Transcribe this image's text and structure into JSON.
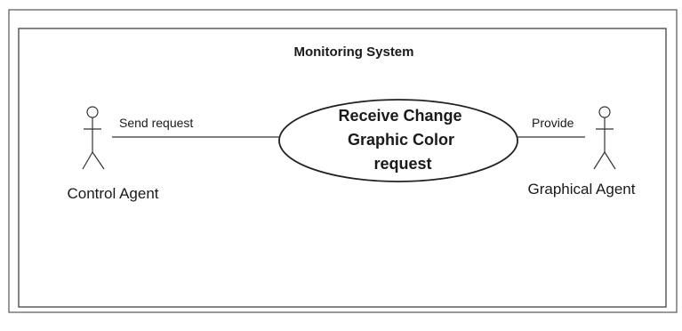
{
  "diagram": {
    "system": {
      "title": "Monitoring System"
    },
    "use_case": {
      "lines": [
        "Receive Change",
        "Graphic Color",
        "request"
      ]
    },
    "actors": {
      "left": {
        "name": "Control Agent",
        "icon": "stick-figure-icon"
      },
      "right": {
        "name": "Graphical Agent",
        "icon": "stick-figure-icon"
      }
    },
    "associations": {
      "left": {
        "label": "Send request"
      },
      "right": {
        "label": "Provide"
      }
    },
    "colors": {
      "stroke": "#333333",
      "text": "#1a1a1a",
      "background": "#ffffff"
    }
  }
}
